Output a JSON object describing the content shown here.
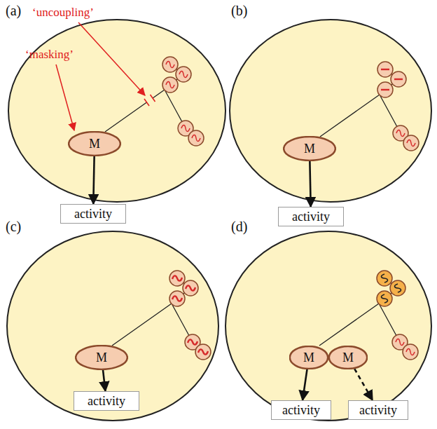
{
  "diagram": {
    "nodes": [
      {
        "text": [
          "M"
        ]
      },
      {
        "text": [
          "activity"
        ]
      },
      {
        "text": [
          "M"
        ]
      },
      {
        "text": [
          "activity"
        ]
      },
      {
        "text": [
          "M"
        ]
      },
      {
        "text": [
          "activity"
        ]
      },
      {
        "text": [
          "M"
        ]
      },
      {
        "text": [
          "M"
        ]
      },
      {
        "text": [
          "activity"
        ]
      },
      {
        "text": [
          "activity"
        ]
      }
    ],
    "edges": [
      {
        "from": 0,
        "to": 1,
        "arrow": "to"
      },
      {
        "from": 2,
        "to": 3,
        "arrow": "to"
      },
      {
        "from": 4,
        "to": 5,
        "arrow": "to"
      },
      {
        "from": 6,
        "to": 8,
        "arrow": "to"
      },
      {
        "from": 7,
        "to": 9,
        "arrow": "to"
      }
    ],
    "labels": [
      "(a)",
      "‘uncoupling’",
      "‘masking’",
      "(b)",
      "(c)",
      "(d)"
    ]
  }
}
